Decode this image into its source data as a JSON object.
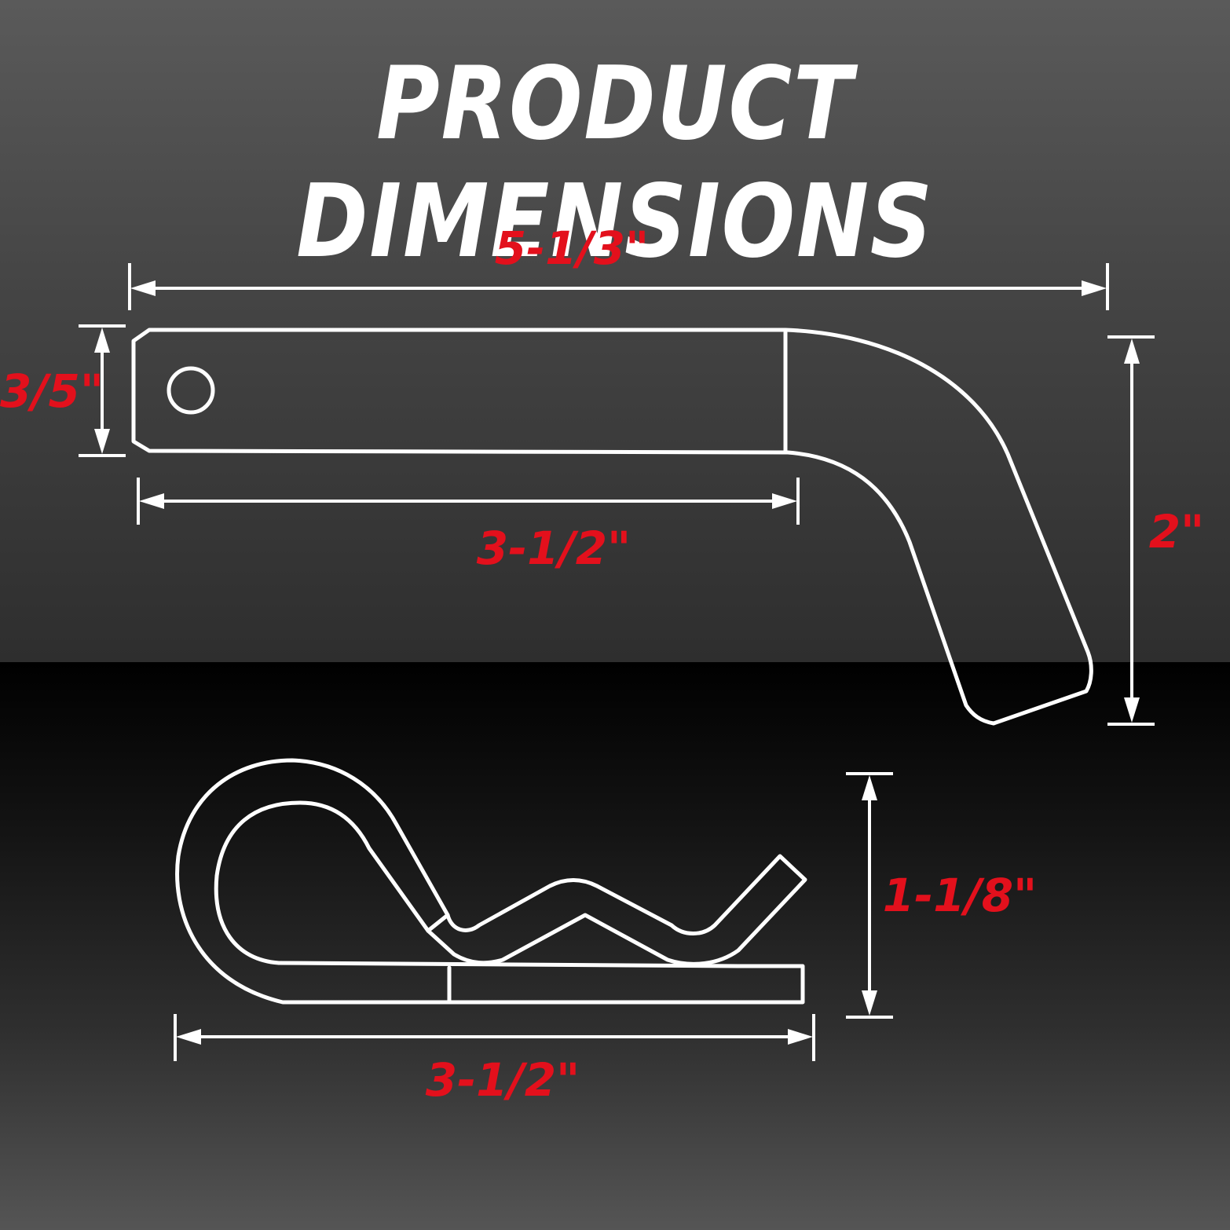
{
  "title": "PRODUCT DIMENSIONS",
  "colors": {
    "label": "#e3101c",
    "line": "#ffffff",
    "title": "#ffffff"
  },
  "hitch_pin": {
    "overall_length": "5-1/3\"",
    "shank_length": "3-1/2\"",
    "shank_width": "3/5\"",
    "height": "2\""
  },
  "r_clip": {
    "height": "1-1/8\"",
    "length": "3-1/2\""
  }
}
